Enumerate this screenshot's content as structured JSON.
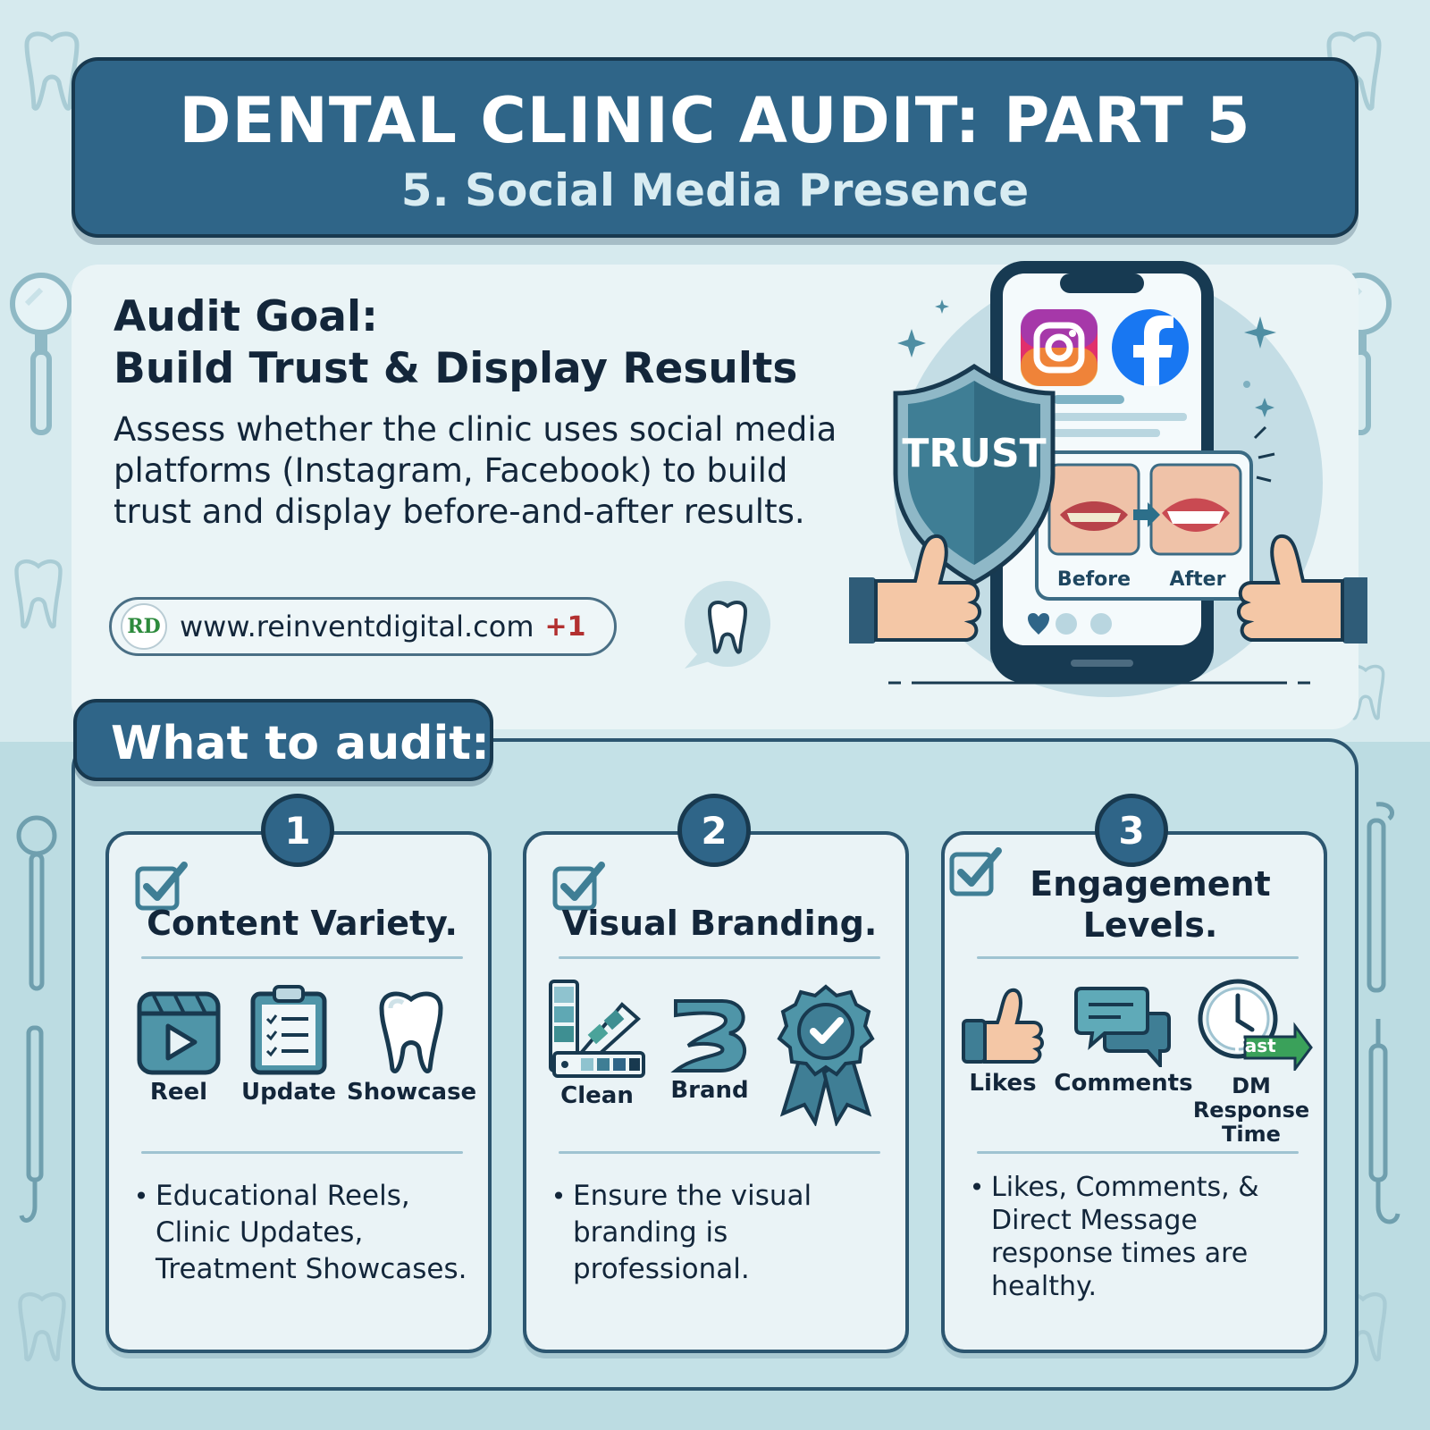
{
  "header": {
    "title": "DENTAL CLINIC AUDIT: PART 5",
    "subtitle": "5. Social Media Presence"
  },
  "goal": {
    "title_line1": "Audit Goal:",
    "title_line2": "Build Trust & Display Results",
    "description": "Assess whether the clinic uses social media platforms (Instagram, Facebook) to build trust and display before-and-after results.",
    "source_logo": "RD",
    "source_url": "www.reinventdigital.com",
    "source_badge": "+1"
  },
  "phone": {
    "shield_label": "TRUST",
    "before_label": "Before",
    "after_label": "After"
  },
  "audit": {
    "heading": "What to audit:",
    "cards": [
      {
        "number": "1",
        "title": "Content Variety.",
        "icons": [
          "Reel",
          "Update",
          "Showcase"
        ],
        "bullet": "Educational Reels, Clinic Updates, Treatment Showcases."
      },
      {
        "number": "2",
        "title": "Visual Branding.",
        "icons": [
          "Clean",
          "Brand"
        ],
        "bullet": "Ensure the visual branding is professional."
      },
      {
        "number": "3",
        "title_line1": "Engagement",
        "title_line2": "Levels.",
        "icons": [
          "Likes",
          "Comments",
          "DM Response Time"
        ],
        "fast_label": "Fast",
        "bullet": "Likes, Comments, & Direct Message response times are healthy."
      }
    ]
  },
  "colors": {
    "navy": "#2f6588",
    "dark_outline": "#18394f",
    "teal": "#4f95a8",
    "background": "#d6eaee"
  }
}
